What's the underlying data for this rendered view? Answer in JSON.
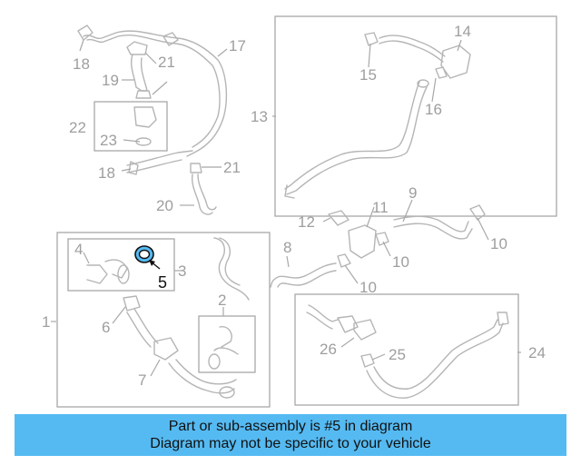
{
  "highlight_color": "#55baf2",
  "callouts": {
    "c1": "1",
    "c2": "2",
    "c3": "3",
    "c4": "4",
    "c5": "5",
    "c6": "6",
    "c7": "7",
    "c8": "8",
    "c9": "9",
    "c10a": "10",
    "c10b": "10",
    "c10c": "10",
    "c11": "11",
    "c12": "12",
    "c13": "13",
    "c14": "14",
    "c15": "15",
    "c16": "16",
    "c17": "17",
    "c18a": "18",
    "c18b": "18",
    "c19": "19",
    "c20": "20",
    "c21a": "21",
    "c21b": "21",
    "c22": "22",
    "c23": "23",
    "c24": "24",
    "c25": "25",
    "c26": "26"
  },
  "banner": {
    "line1": "Part or sub-assembly is #5 in diagram",
    "line2": "Diagram may not be specific to your vehicle"
  }
}
